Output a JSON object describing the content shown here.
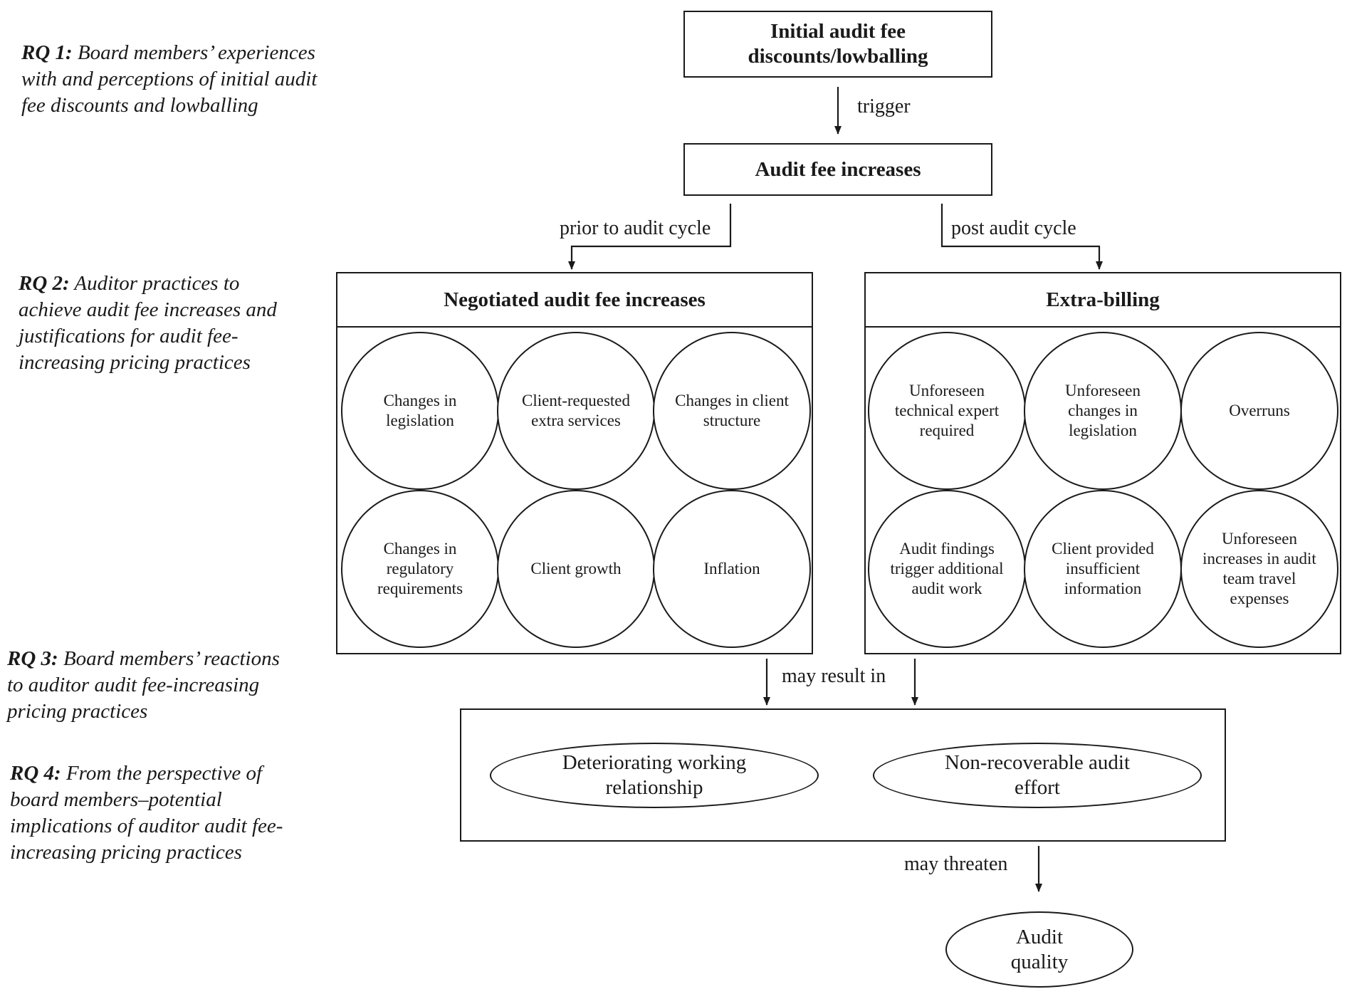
{
  "research_questions": [
    {
      "label": "RQ 1:",
      "text": " Board members’ experiences with and perceptions of initial audit fee discounts and lowballing"
    },
    {
      "label": "RQ 2:",
      "text": " Auditor practices to achieve audit fee increases and justifications for audit fee-increasing pricing practices"
    },
    {
      "label": "RQ 3:",
      "text": " Board members’ reactions to auditor audit fee-increasing pricing practices"
    },
    {
      "label": "RQ 4:",
      "text": " From the perspective of board members–potential implications of auditor audit fee-increasing pricing practices"
    }
  ],
  "nodes": {
    "initial": "Initial audit fee discounts/lowballing",
    "increases": "Audit fee increases",
    "outcome": "Audit quality"
  },
  "edges": {
    "trigger": "trigger",
    "prior": "prior to audit cycle",
    "post": "post audit cycle",
    "may_result_in": "may result in",
    "may_threaten": "may threaten"
  },
  "negotiated": {
    "title": "Negotiated audit fee increases",
    "items": [
      "Changes in legislation",
      "Client-requested extra services",
      "Changes in client structure",
      "Changes in regulatory requirements",
      "Client growth",
      "Inflation"
    ]
  },
  "extra_billing": {
    "title": "Extra-billing",
    "items": [
      "Unforeseen technical expert required",
      "Unforeseen changes in legislation",
      "Overruns",
      "Audit findings trigger additional audit work",
      "Client provided insufficient information",
      "Unforeseen increases in audit team travel expenses"
    ]
  },
  "consequences": [
    "Deteriorating working relationship",
    "Non-recoverable audit effort"
  ]
}
